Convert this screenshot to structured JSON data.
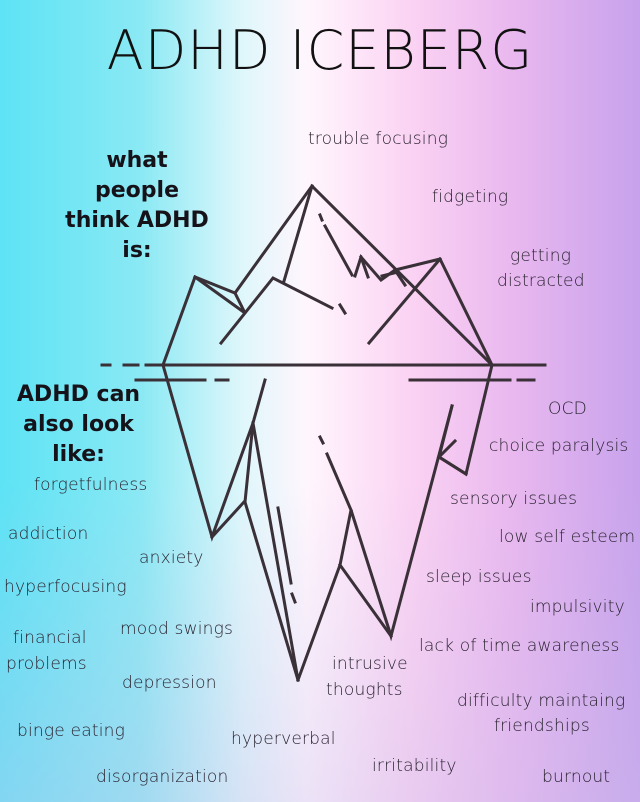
{
  "title": "ADHD ICEBERG",
  "colors": {
    "gradient_left": "#5de3f5",
    "gradient_center": "#fff6fd",
    "gradient_pink": "#fbd3f3",
    "gradient_right": "#c7a2ec",
    "line": "#3a3038",
    "text": "#2b2431"
  },
  "above_water": {
    "heading_line1": "what people",
    "heading_line2": "think ADHD is:",
    "items": [
      "trouble focusing",
      "fidgeting",
      "getting",
      "distracted"
    ]
  },
  "below_water": {
    "heading_line1": "ADHD can",
    "heading_line2": "also look like:",
    "items": [
      "OCD",
      "choice paralysis",
      "forgetfulness",
      "sensory issues",
      "addiction",
      "low self esteem",
      "anxiety",
      "sleep issues",
      "hyperfocusing",
      "impulsivity",
      "mood swings",
      "financial",
      "problems",
      "lack of time awareness",
      "intrusive",
      "thoughts",
      "depression",
      "difficulty maintaing",
      "friendships",
      "binge eating",
      "hyperverbal",
      "irritability",
      "disorganization",
      "burnout"
    ]
  }
}
